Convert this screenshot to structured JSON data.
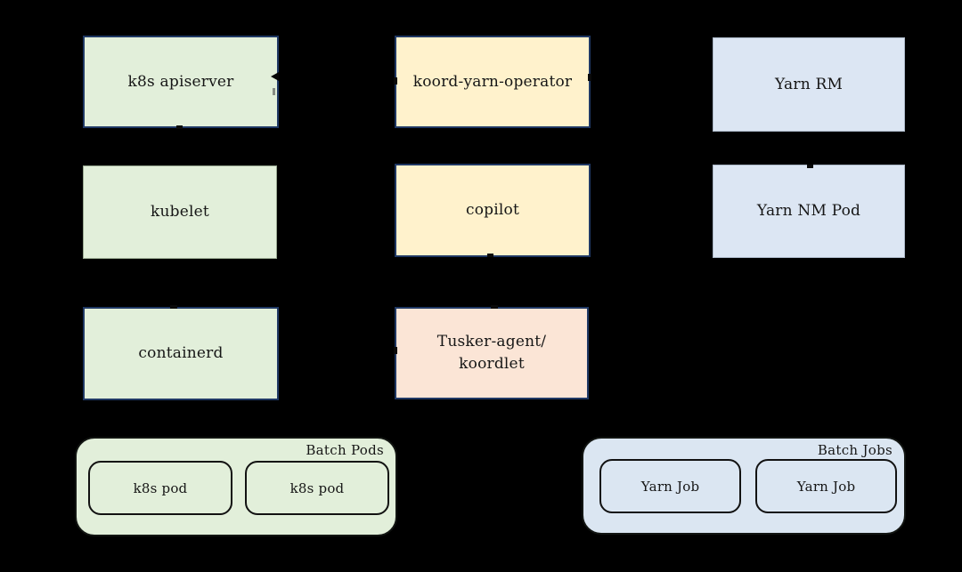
{
  "diagram": {
    "background": "#000000",
    "text_color": "#161616",
    "colors": {
      "green_fill": "#e2efda",
      "cream_fill": "#fff2cc",
      "blue_fill": "#dce6f3",
      "peach_fill": "#fbe5d6",
      "navy_border": "#1f3864",
      "group_border": "#121212"
    },
    "nodes": [
      {
        "id": "k8s-apiserver",
        "label": "k8s apiserver",
        "fill": "#e2efda",
        "border": "#1f3864"
      },
      {
        "id": "koord-yarn-operator",
        "label": "koord-yarn-operator",
        "fill": "#fff2cc",
        "border": "#1f3864"
      },
      {
        "id": "yarn-rm",
        "label": "Yarn RM",
        "fill": "#dce6f3",
        "border": "none"
      },
      {
        "id": "kubelet",
        "label": "kubelet",
        "fill": "#e2efda",
        "border": "subtle"
      },
      {
        "id": "copilot",
        "label": "copilot",
        "fill": "#fff2cc",
        "border": "#1f3864"
      },
      {
        "id": "yarn-nm-pod",
        "label": "Yarn NM Pod",
        "fill": "#dce6f3",
        "border": "none"
      },
      {
        "id": "containerd",
        "label": "containerd",
        "fill": "#e2efda",
        "border": "#1f3864"
      },
      {
        "id": "tusker-agent",
        "label": "Tusker-agent/\nkoordlet",
        "fill": "#fbe5d6",
        "border": "#1f3864"
      }
    ],
    "groups": [
      {
        "id": "batch-pods",
        "label": "Batch Pods",
        "fill": "#e2efda",
        "items": [
          {
            "label": "k8s pod"
          },
          {
            "label": "k8s pod"
          }
        ]
      },
      {
        "id": "batch-jobs",
        "label": "Batch Jobs",
        "fill": "#dbe6f2",
        "items": [
          {
            "label": "Yarn Job"
          },
          {
            "label": "Yarn Job"
          }
        ]
      }
    ]
  }
}
